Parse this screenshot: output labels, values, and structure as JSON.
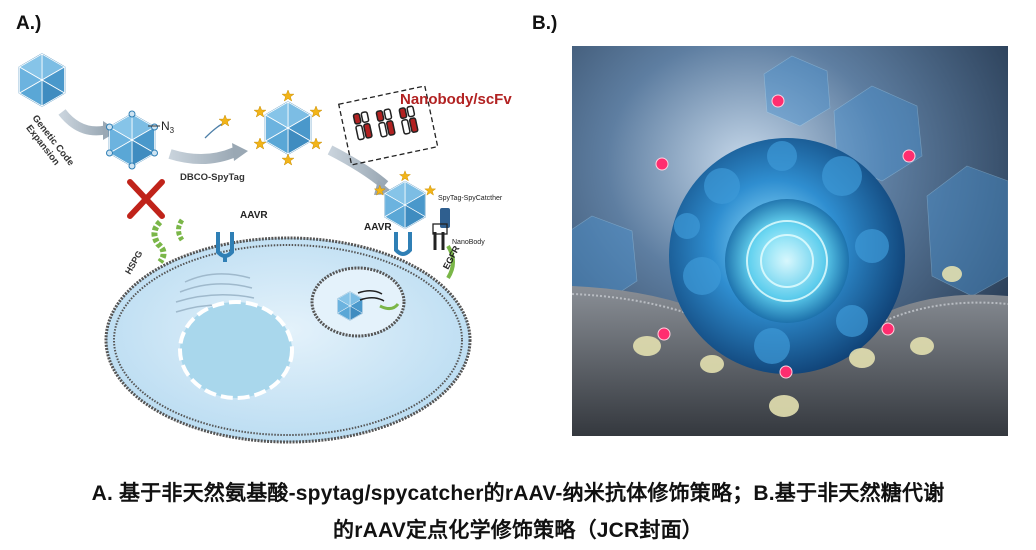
{
  "panel_a": {
    "label": "A.)",
    "nanobody_title": "Nanobody/scFv",
    "n3_label": "N",
    "n3_sub": "3",
    "genetic_code": [
      "Genetic Code",
      "Expansion"
    ],
    "dbco_label": "DBCO-SpyTag",
    "aavr_label": "AAVR",
    "aavr_label_2": "AAVR",
    "hspg_label": "HSPG",
    "egfr_label": "EGFR",
    "spytag_label": "SpyTag-SpyCatcther",
    "nanobody_label": "NanoBody"
  },
  "panel_b": {
    "label": "B.)"
  },
  "caption": {
    "line1": "A. 基于非天然氨基酸-spytag/spycatcher的rAAV-纳米抗体修饰策略；B.基于非天然糖代谢",
    "line2": "的rAAV定点化学修饰策略（JCR封面）"
  },
  "colors": {
    "capsid_blue": "#5aa7d6",
    "capsid_dark": "#2f7fb5",
    "cell_fill": "#cfe6f7",
    "membrane": "#555555",
    "red_x": "#c0231a",
    "nanobody_red": "#b22222",
    "star": "#f2b418",
    "hspg_green": "#7ab648"
  }
}
